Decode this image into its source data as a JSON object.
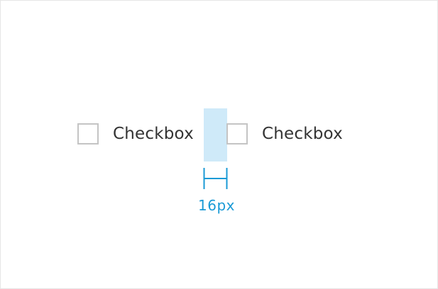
{
  "checkboxes": [
    {
      "label": "Checkbox",
      "checked": false
    },
    {
      "label": "Checkbox",
      "checked": false
    }
  ],
  "annotation": {
    "spacing_label": "16px",
    "color": "#1a9ad6",
    "highlight_color": "#cfeaf9"
  }
}
